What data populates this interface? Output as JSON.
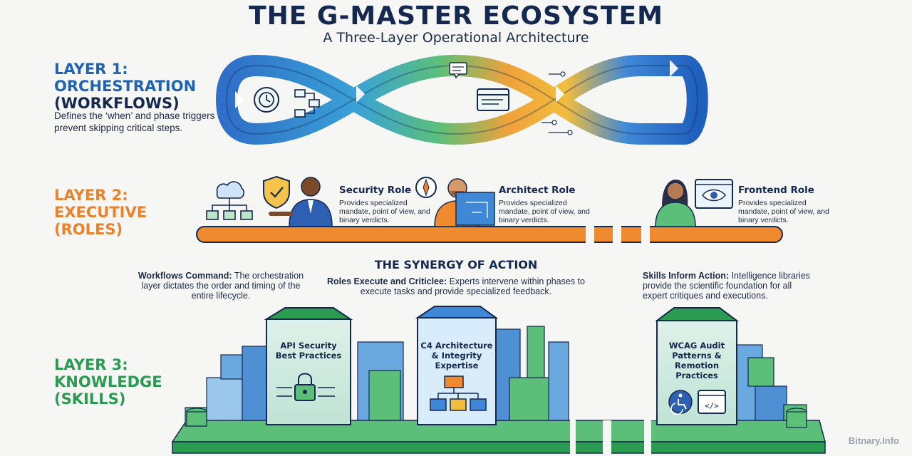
{
  "title": "THE G-MASTER ECOSYSTEM",
  "subtitle": "A Three-Layer Operational Architecture",
  "layer1": {
    "lines": [
      "LAYER 1:",
      "ORCHESTRATION",
      "(WORKFLOWS)"
    ],
    "description": "Defines the ‘when’ and phase triggers to prevent skipping critical steps.",
    "color": "#1e63b4"
  },
  "layer2": {
    "lines": [
      "LAYER 2:",
      "EXECUTIVE",
      "(ROLES)"
    ],
    "color": "#e9822c",
    "roles": [
      {
        "name": "Security Role",
        "description": "Provides specialized mandate, point of view, and binary verdicts."
      },
      {
        "name": "Architect Role",
        "description": "Provides specialized mandate, point of view, and binary verdicts."
      },
      {
        "name": "Frontend Role",
        "description": "Provides specialized mandate, point of view, and binary verdicts."
      }
    ]
  },
  "synergy": {
    "title": "THE SYNERGY OF ACTION",
    "notes": [
      {
        "bold": "Workflows Command:",
        "text": " The orchestration layer dictates the order and timing of the entire lifecycle."
      },
      {
        "bold": "Roles Execute and Criticlee:",
        "text": " Experts intervene within phases to execute tasks and provide specialized feedback."
      },
      {
        "bold": "Skills Inform Action:",
        "text": " Intelligence libraries provide the scientific foundation for all expert critiques and executions."
      }
    ]
  },
  "layer3": {
    "lines": [
      "LAYER 3:",
      "KNOWLEDGE",
      "(SKILLS)"
    ],
    "color": "#2c9b52",
    "buildings": [
      {
        "label": "API Security Best Practices"
      },
      {
        "label": "C4 Architecture & Integrity Expertise"
      },
      {
        "label": "WCAG Audit Patterns & Remotion Practices"
      }
    ]
  },
  "watermark": "Bitnary.Info",
  "icons": [
    "clock-icon",
    "flowchart-icon",
    "browser-icon",
    "speech-bubble-icon",
    "cloud-network-icon",
    "shield-check-icon",
    "compass-icon",
    "eye-icon",
    "padlock-icon",
    "accessibility-icon",
    "code-icon"
  ]
}
